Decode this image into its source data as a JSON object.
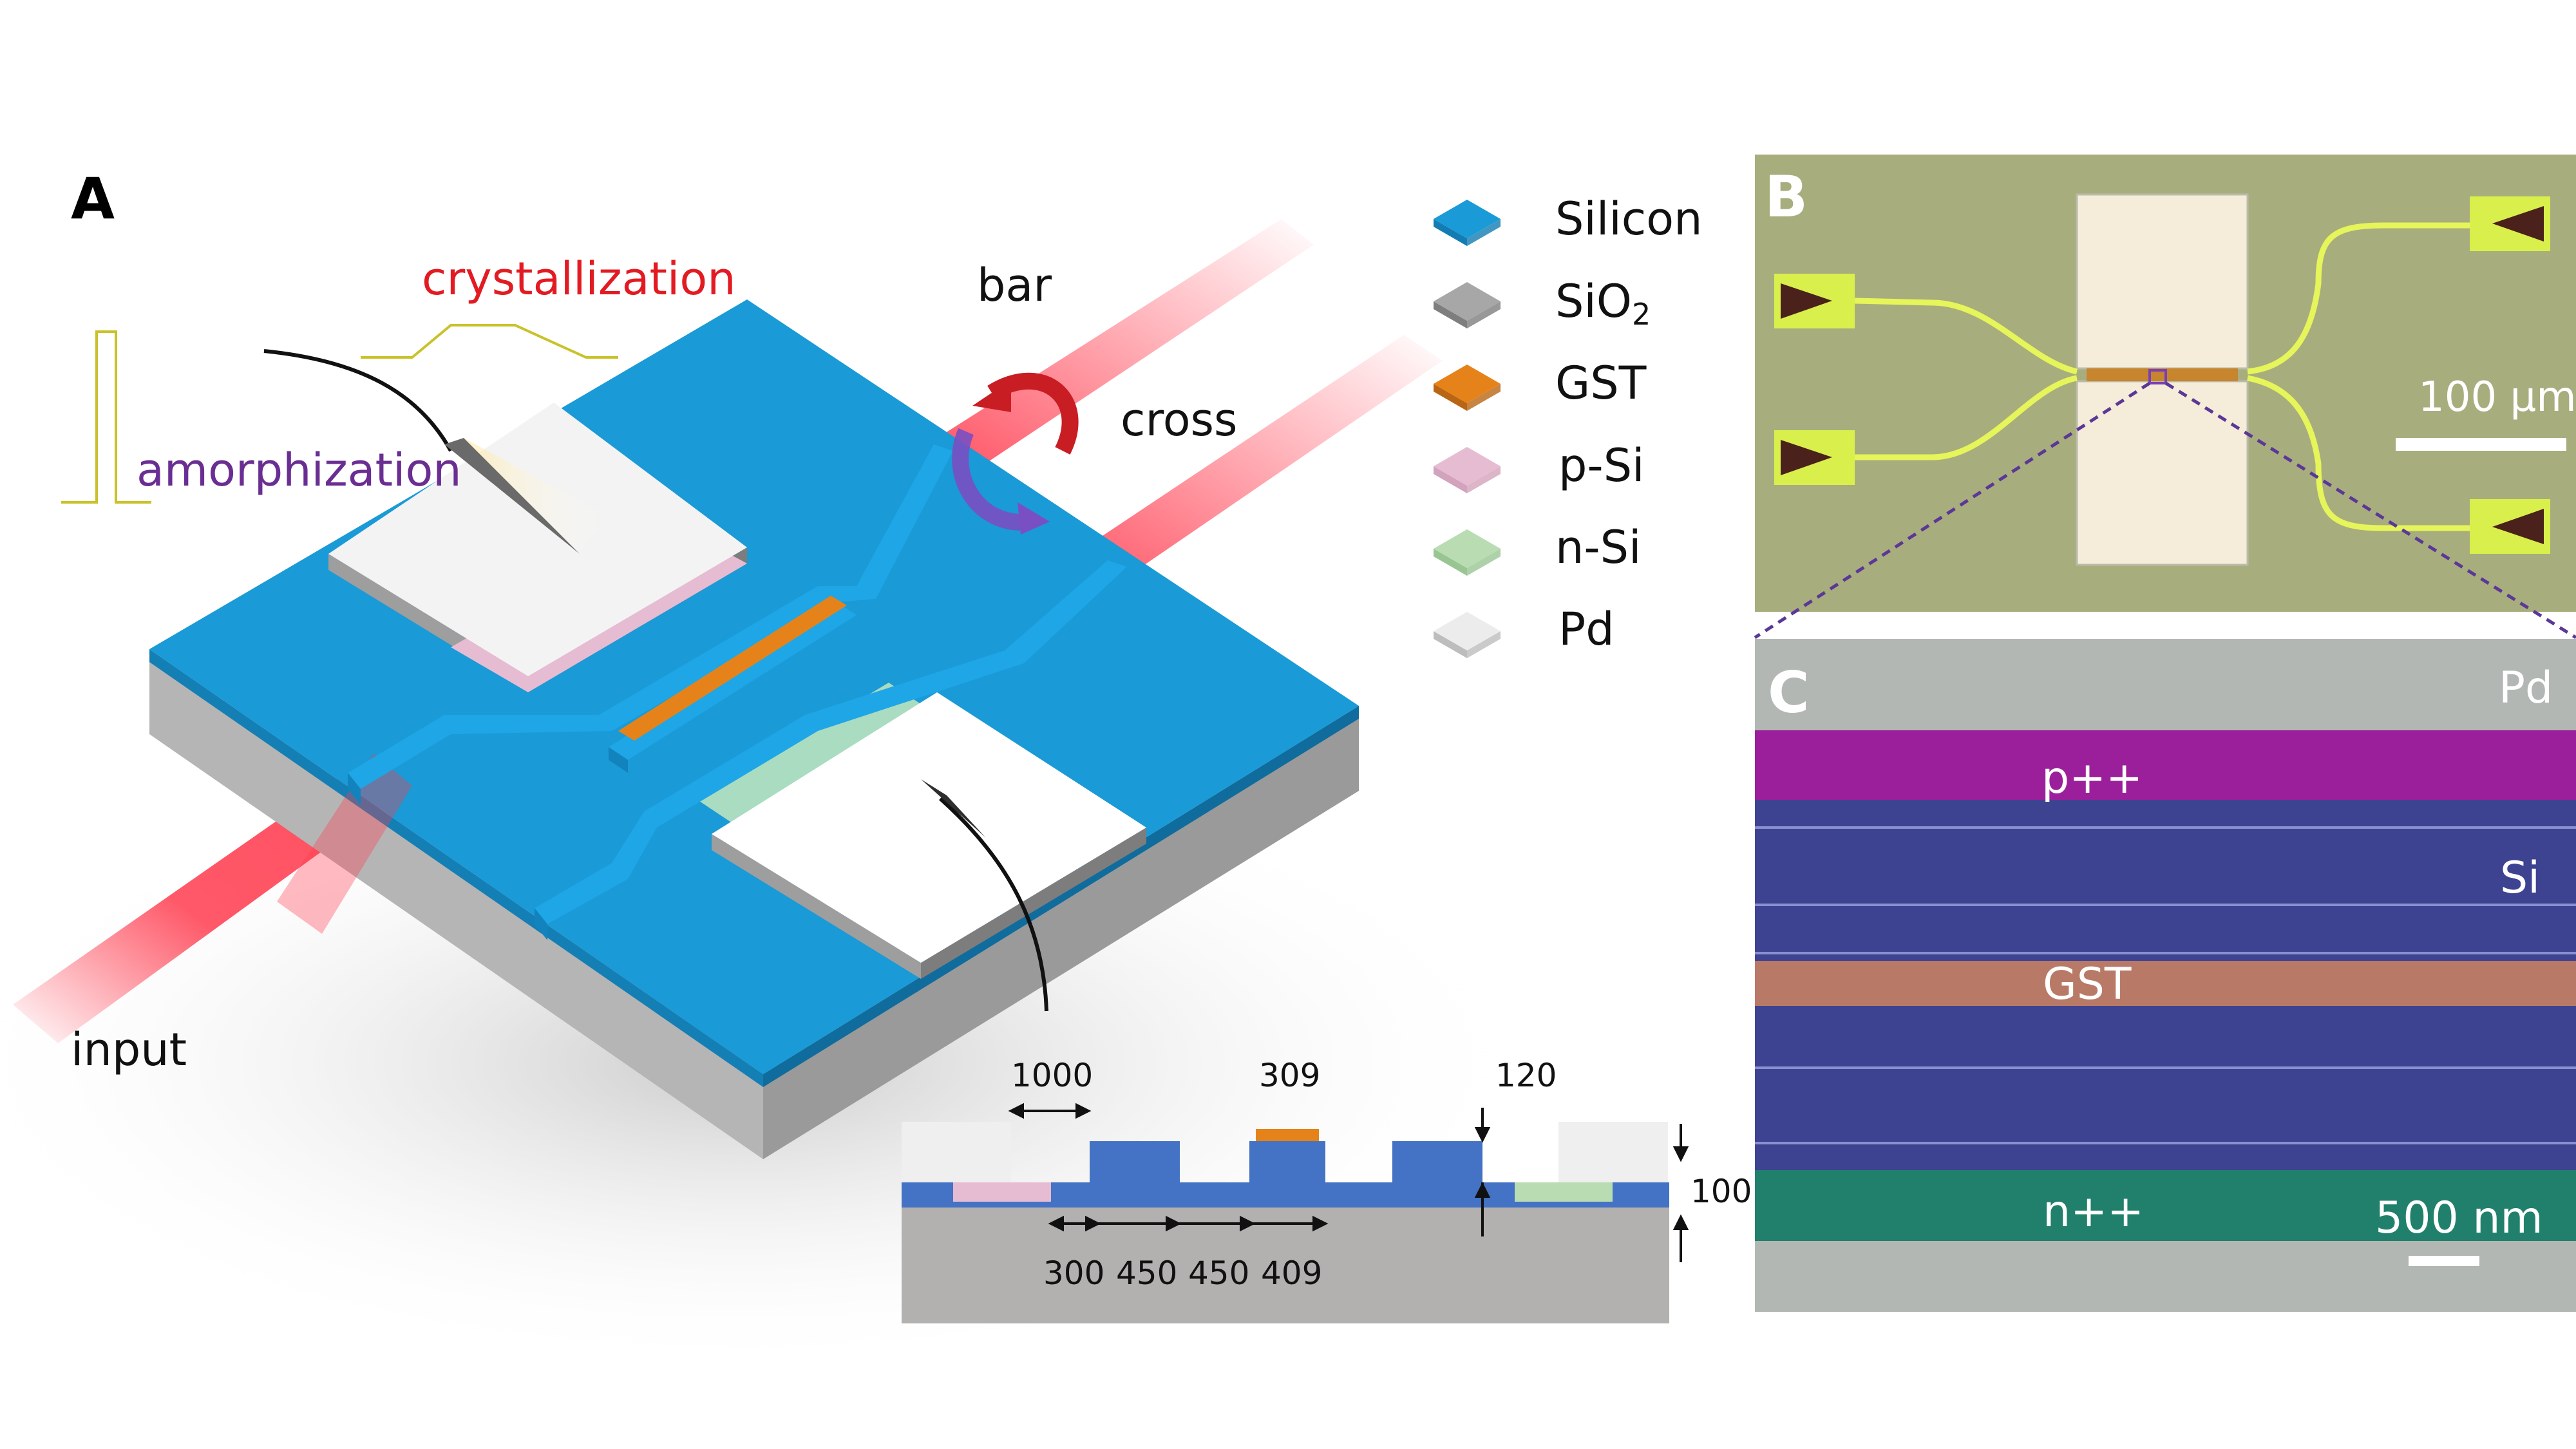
{
  "panels": {
    "a": "A",
    "b": "B",
    "c": "C"
  },
  "panel_a": {
    "crystallization": "crystallization",
    "amorphization": "amorphization",
    "bar": "bar",
    "cross": "cross",
    "input": "input"
  },
  "legend": [
    {
      "label": "Silicon",
      "color": "#1a9ad6"
    },
    {
      "label": "SiO",
      "sub": "2",
      "color": "#a7a7a7"
    },
    {
      "label": "GST",
      "color": "#e5831a"
    },
    {
      "label": "p-Si",
      "color": "#e6bcd3"
    },
    {
      "label": "n-Si",
      "color": "#b9dcb2"
    },
    {
      "label": "Pd",
      "color": "#ececec"
    }
  ],
  "cross_section": {
    "top_dims": [
      "1000",
      "309",
      "120"
    ],
    "right_dim": "100",
    "bottom_dims": [
      "300",
      "450",
      "450",
      "409"
    ]
  },
  "panel_b": {
    "scale": "100 μm"
  },
  "panel_c": {
    "pd": "Pd",
    "p_plus": "p++",
    "si": "Si",
    "gst": "GST",
    "n_plus": "n++",
    "scale": "500 nm"
  },
  "colors": {
    "silicon": "#1a9ad6",
    "red_beam": "#ff3b4e",
    "crystallization_text": "#e21b23",
    "amorphization_text": "#6a2e93",
    "pulse_line": "#c9c22a"
  }
}
